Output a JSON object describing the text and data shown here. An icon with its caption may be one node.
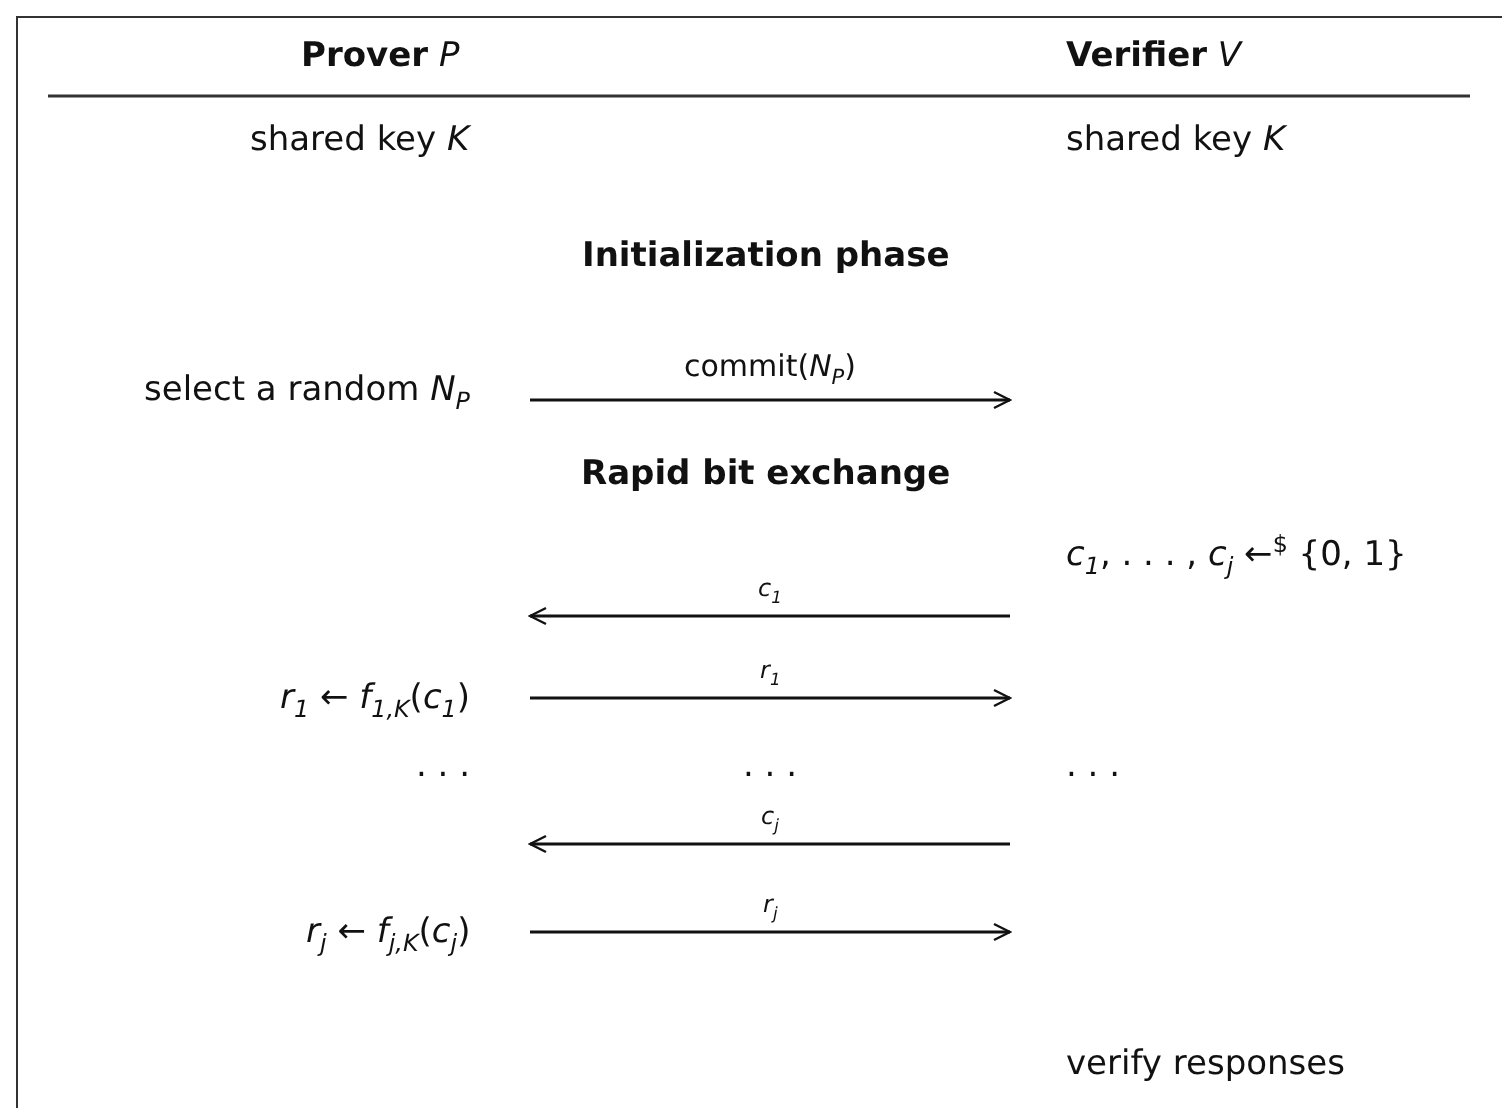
{
  "diagram": {
    "labels": [
      "**Prover** *P*",
      "**Verifier** *V*",
      "shared key *K*",
      "shared key *K*",
      "Initialization phase",
      "commit(*N*$_{P}$)",
      "select a random *N*$_{P}$",
      "Rapid bit exchange",
      "*c*$_{1}$, . . . , *c*$_{j}$ ←$^{$}$ {0, 1}",
      "*c*$_{1}$",
      "*r*$_{1}$",
      "*r*$_{1}$ ← *f*$_{1,K}$(*c*$_{1}$)",
      ". . .",
      ". . .",
      ". . .",
      "*c*$_{j}$",
      "*r*$_{j}$",
      "*r*$_{j}$ ← *f*$_{j,K}$(*c*$_{j}$)",
      "verify responses"
    ]
  }
}
